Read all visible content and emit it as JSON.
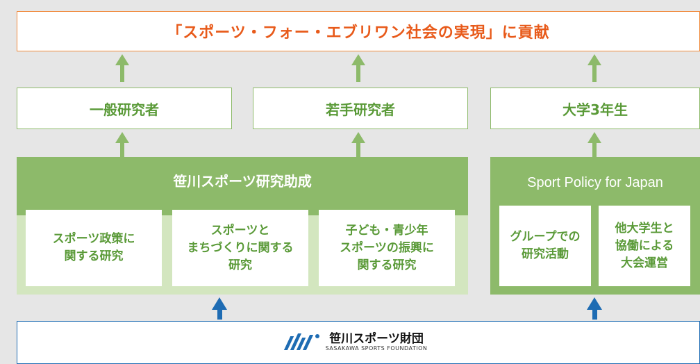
{
  "goal": {
    "text": "「スポーツ・フォー・エブリワン社会の実現」に貢献"
  },
  "tiers": [
    {
      "id": "general",
      "label": "一般研究者"
    },
    {
      "id": "young",
      "label": "若手研究者"
    },
    {
      "id": "students",
      "label": "大学3年生"
    }
  ],
  "program_grants": {
    "title": "笹川スポーツ研究助成",
    "items": [
      "スポーツ政策に\n関する研究",
      "スポーツと\nまちづくりに関する\n研究",
      "子ども・青少年\nスポーツの振興に\n関する研究"
    ]
  },
  "program_policy": {
    "title": "Sport Policy for Japan",
    "items": [
      "グループでの\n研究活動",
      "他大学生と\n協働による\n大会運営"
    ]
  },
  "foundation": {
    "name": "笹川スポーツ財団",
    "name_en": "SASAKAWA SPORTS FOUNDATION"
  },
  "colors": {
    "green": "#8dba6a",
    "green_text": "#5a9a38",
    "light_green": "#d3e6bf",
    "orange": "#e85a1a",
    "blue": "#1e6cb3"
  }
}
